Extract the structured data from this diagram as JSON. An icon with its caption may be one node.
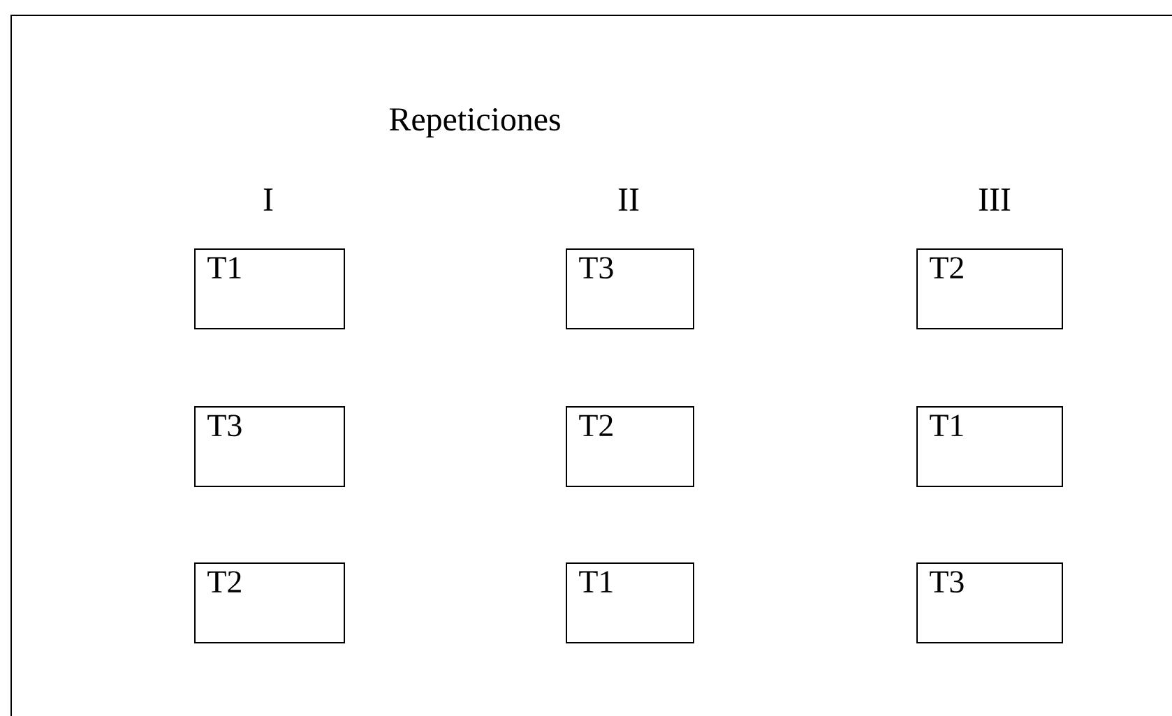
{
  "diagram": {
    "nodes": [
      {
        "text": [
          "T1"
        ]
      },
      {
        "text": [
          "T3"
        ]
      },
      {
        "text": [
          "T2"
        ]
      },
      {
        "text": [
          "T3"
        ]
      },
      {
        "text": [
          "T2"
        ]
      },
      {
        "text": [
          "T1"
        ]
      },
      {
        "text": [
          "T2"
        ]
      },
      {
        "text": [
          "T1"
        ]
      },
      {
        "text": [
          "T3"
        ]
      }
    ],
    "edges": [],
    "labels": [
      "Repeticiones",
      "I",
      "II",
      "III"
    ]
  }
}
